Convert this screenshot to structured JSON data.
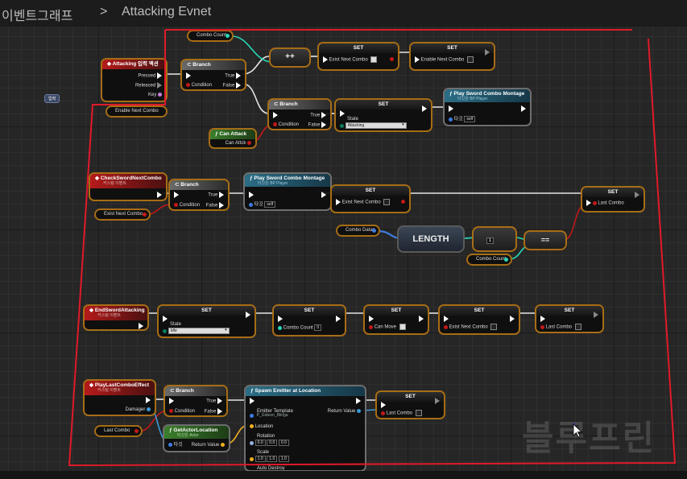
{
  "breadcrumb": {
    "graph": "이벤트그래프",
    "separator": ">",
    "title": "Attacking Evnet"
  },
  "tag_label": "입력",
  "row1": {
    "combo_count": "Combo Count",
    "input_event": {
      "title": "Attacking 입력 액션",
      "pressed": "Pressed",
      "released": "Released",
      "key": "Key"
    },
    "branch1": {
      "title": "Branch",
      "true": "True",
      "false": "False",
      "condition": "Condition"
    },
    "increment": "++",
    "set_a": {
      "title": "SET",
      "var": "Exist Next Combo"
    },
    "set_b": {
      "title": "SET",
      "var": "Enable Next Combo"
    },
    "enable_next_combo": "Enable Next Combo",
    "branch2": {
      "title": "Branch",
      "true": "True",
      "false": "False",
      "condition": "Condition"
    },
    "set_state": {
      "title": "SET",
      "var": "State",
      "value": "Attacking"
    },
    "montage": {
      "title": "Play Sword Combo Montage",
      "sub": "타깃은 BP Player",
      "target": "타깃",
      "self": "self"
    },
    "can_attack_fn": {
      "title": "Can Attack",
      "out": "Can Attck"
    }
  },
  "row2": {
    "event": {
      "title": "CheckSwordNextCombo",
      "sub": "커스텀 이벤트"
    },
    "branch": {
      "title": "Branch",
      "true": "True",
      "false": "False",
      "condition": "Condition"
    },
    "montage": {
      "title": "Play Sword Combo Montage",
      "sub": "타깃은 BP Player",
      "target": "타깃",
      "self": "self"
    },
    "set_exist": {
      "title": "SET",
      "var": "Exist Next Combo"
    },
    "set_last": {
      "title": "SET",
      "var": "Last Combo"
    },
    "exist_next_combo": "Exist Next Combo",
    "combo_datas": "Combo Datas",
    "length": "LENGTH",
    "minus_val": "1",
    "equals": "==",
    "combo_count": "Combo Count"
  },
  "row3": {
    "event": {
      "title": "EndSwordAttacking",
      "sub": "커스텀 이벤트"
    },
    "set_state": {
      "title": "SET",
      "var": "State",
      "value": "Idle"
    },
    "set_combo": {
      "title": "SET",
      "var": "Combo Count",
      "value": "0"
    },
    "set_canmove": {
      "title": "SET",
      "var": "Can Move"
    },
    "set_exist": {
      "title": "SET",
      "var": "Exist Next Combo"
    },
    "set_last": {
      "title": "SET",
      "var": "Last Combo"
    }
  },
  "row4": {
    "event": {
      "title": "PlayLastComboEffect",
      "sub": "커스텀 이벤트",
      "damager": "Damager"
    },
    "branch": {
      "title": "Branch",
      "true": "True",
      "false": "False",
      "condition": "Condition"
    },
    "get_actor": {
      "title": "GetActorLocation",
      "sub": "타깃은 Actor",
      "target": "타깃",
      "ret": "Return Value"
    },
    "spawn": {
      "title": "Spawn Emitter at Location",
      "emitter": "Emitter Template",
      "emitter_val": "P_Gideon_Blinga",
      "ret": "Return Value",
      "location": "Location",
      "rotation": "Rotation",
      "rot": [
        "0.0",
        "0.0",
        "0.0"
      ],
      "scale": "Scale",
      "scl": [
        "1.0",
        "1.0",
        "1.0"
      ],
      "auto": "Auto Destroy"
    },
    "set_last": {
      "title": "SET",
      "var": "Last Combo"
    },
    "last_combo": "Last Combo"
  },
  "watermark": "블루프린",
  "colors": {
    "node_border": "#a76d16",
    "exec": "#ffffff",
    "bool_pin": "#c21818",
    "int_pin": "#28d8b8",
    "struct_pin": "#f0b020",
    "annotation": "#e01a2a"
  }
}
